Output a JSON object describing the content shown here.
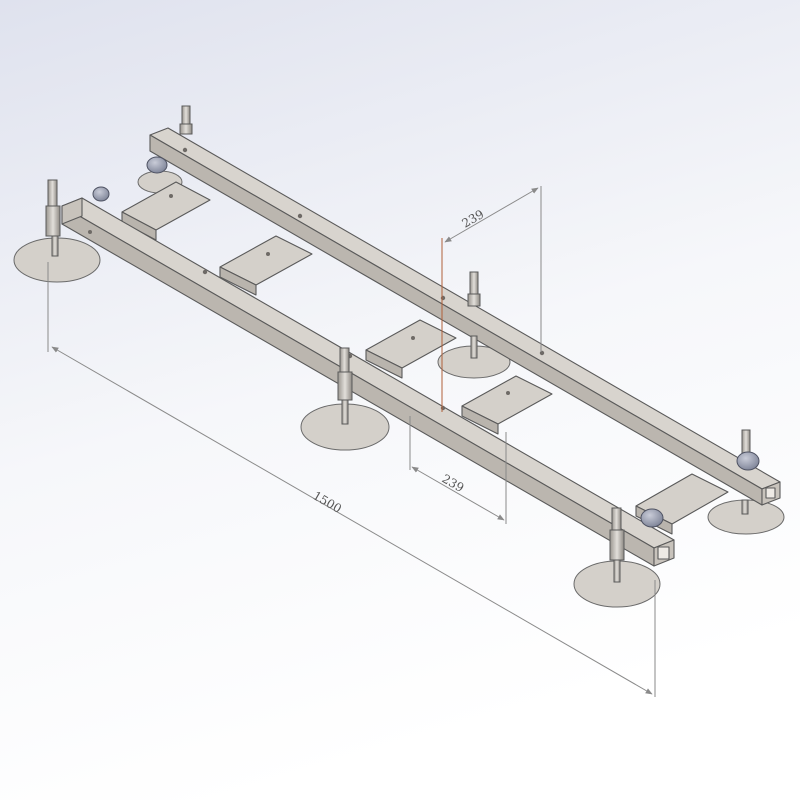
{
  "drawing": {
    "background": {
      "top": "#dfe2ee",
      "bottom": "#ffffff"
    },
    "colors": {
      "steel_top": "#d6d2cc",
      "steel_side": "#b9b4ad",
      "steel_edge": "#5a5a5a",
      "pad": "#d4d0ca",
      "knob": "#8d93a6",
      "dim_line": "#8a8a8a",
      "dim_text": "#555555",
      "ref_line": "#b0603a"
    },
    "dimensions": {
      "overall_length": "1500",
      "spacing_top": "239",
      "spacing_bottom": "239"
    }
  }
}
